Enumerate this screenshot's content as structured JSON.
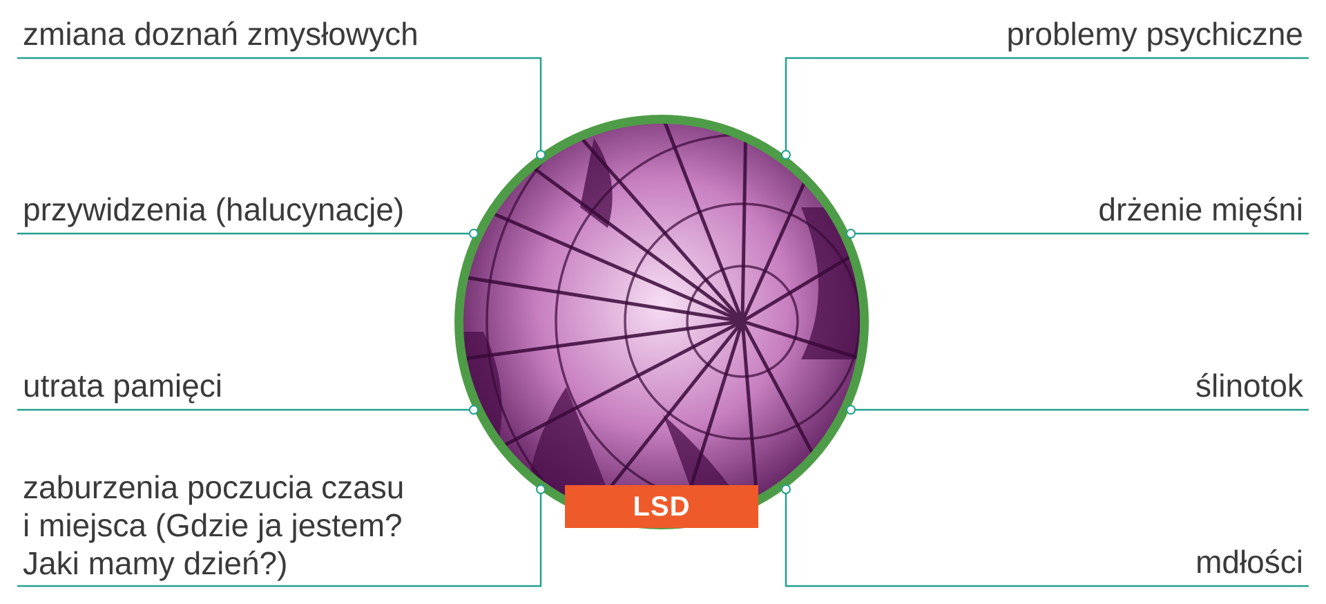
{
  "center": {
    "badge_label": "LSD",
    "image_description_icon": "shattered-glass-photo"
  },
  "effects_left": [
    {
      "text": "zmiana doznań zmysłowych"
    },
    {
      "text": "przywidzenia (halucynacje)"
    },
    {
      "text": "utrata pamięci"
    },
    {
      "text": "zaburzenia poczucia czasu\ni miejsca (Gdzie ja jestem?\nJaki mamy dzień?)"
    }
  ],
  "effects_right": [
    {
      "text": "problemy psychiczne"
    },
    {
      "text": "drżenie mięśni"
    },
    {
      "text": "ślinotok"
    },
    {
      "text": "mdłości"
    }
  ],
  "colors": {
    "ring": "#4e9c47",
    "connector": "#22a08e",
    "badge": "#ef5a2a",
    "text": "#3a3a3a",
    "photo_dark": "#4a0f4a",
    "photo_light": "#f2d4ef"
  }
}
